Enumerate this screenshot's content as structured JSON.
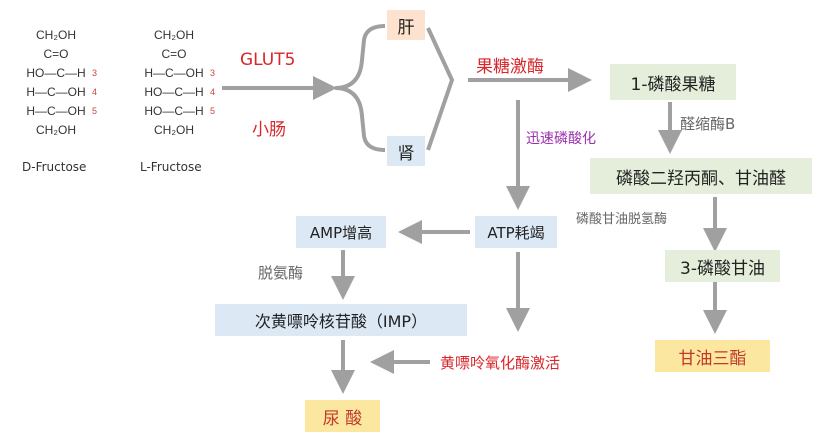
{
  "structures": [
    {
      "name": "D-Fructose",
      "rows": [
        "CH₂OH",
        "C=O",
        "HO—C—H",
        "H—C—OH",
        "H—C—OH",
        "CH₂OH"
      ],
      "numbers": [
        "3",
        "4",
        "5"
      ]
    },
    {
      "name": "L-Fructose",
      "rows": [
        "CH₂OH",
        "C=O",
        "H—C—OH",
        "HO—C—H",
        "HO—C—H",
        "CH₂OH"
      ],
      "numbers": [
        "3",
        "4",
        "5"
      ]
    }
  ],
  "labels": {
    "glut5": "GLUT5",
    "intestine": "小肠",
    "liver": "肝",
    "kidney": "肾",
    "fructokinase": "果糖激酶",
    "rapid_phosphorylation": "迅速磷酸化",
    "aldolase_b": "醛缩酶B",
    "g3p_dehydrogenase": "磷酸甘油脱氢酶",
    "deaminase": "脱氨酶",
    "xanthine_oxidase": "黄嘌呤氧化酶激活"
  },
  "nodes": {
    "f1p": "1-磷酸果糖",
    "dhap": "磷酸二羟丙酮、甘油醛",
    "g3p": "3-磷酸甘油",
    "tg": "甘油三酯",
    "atp": "ATP耗竭",
    "amp": "AMP增高",
    "imp": "次黄嘌呤核苷酸（IMP）",
    "uric": "尿 酸"
  },
  "colors": {
    "red": "#d8262b",
    "purple": "#9b2fae",
    "arrow": "#a0a0a0"
  }
}
